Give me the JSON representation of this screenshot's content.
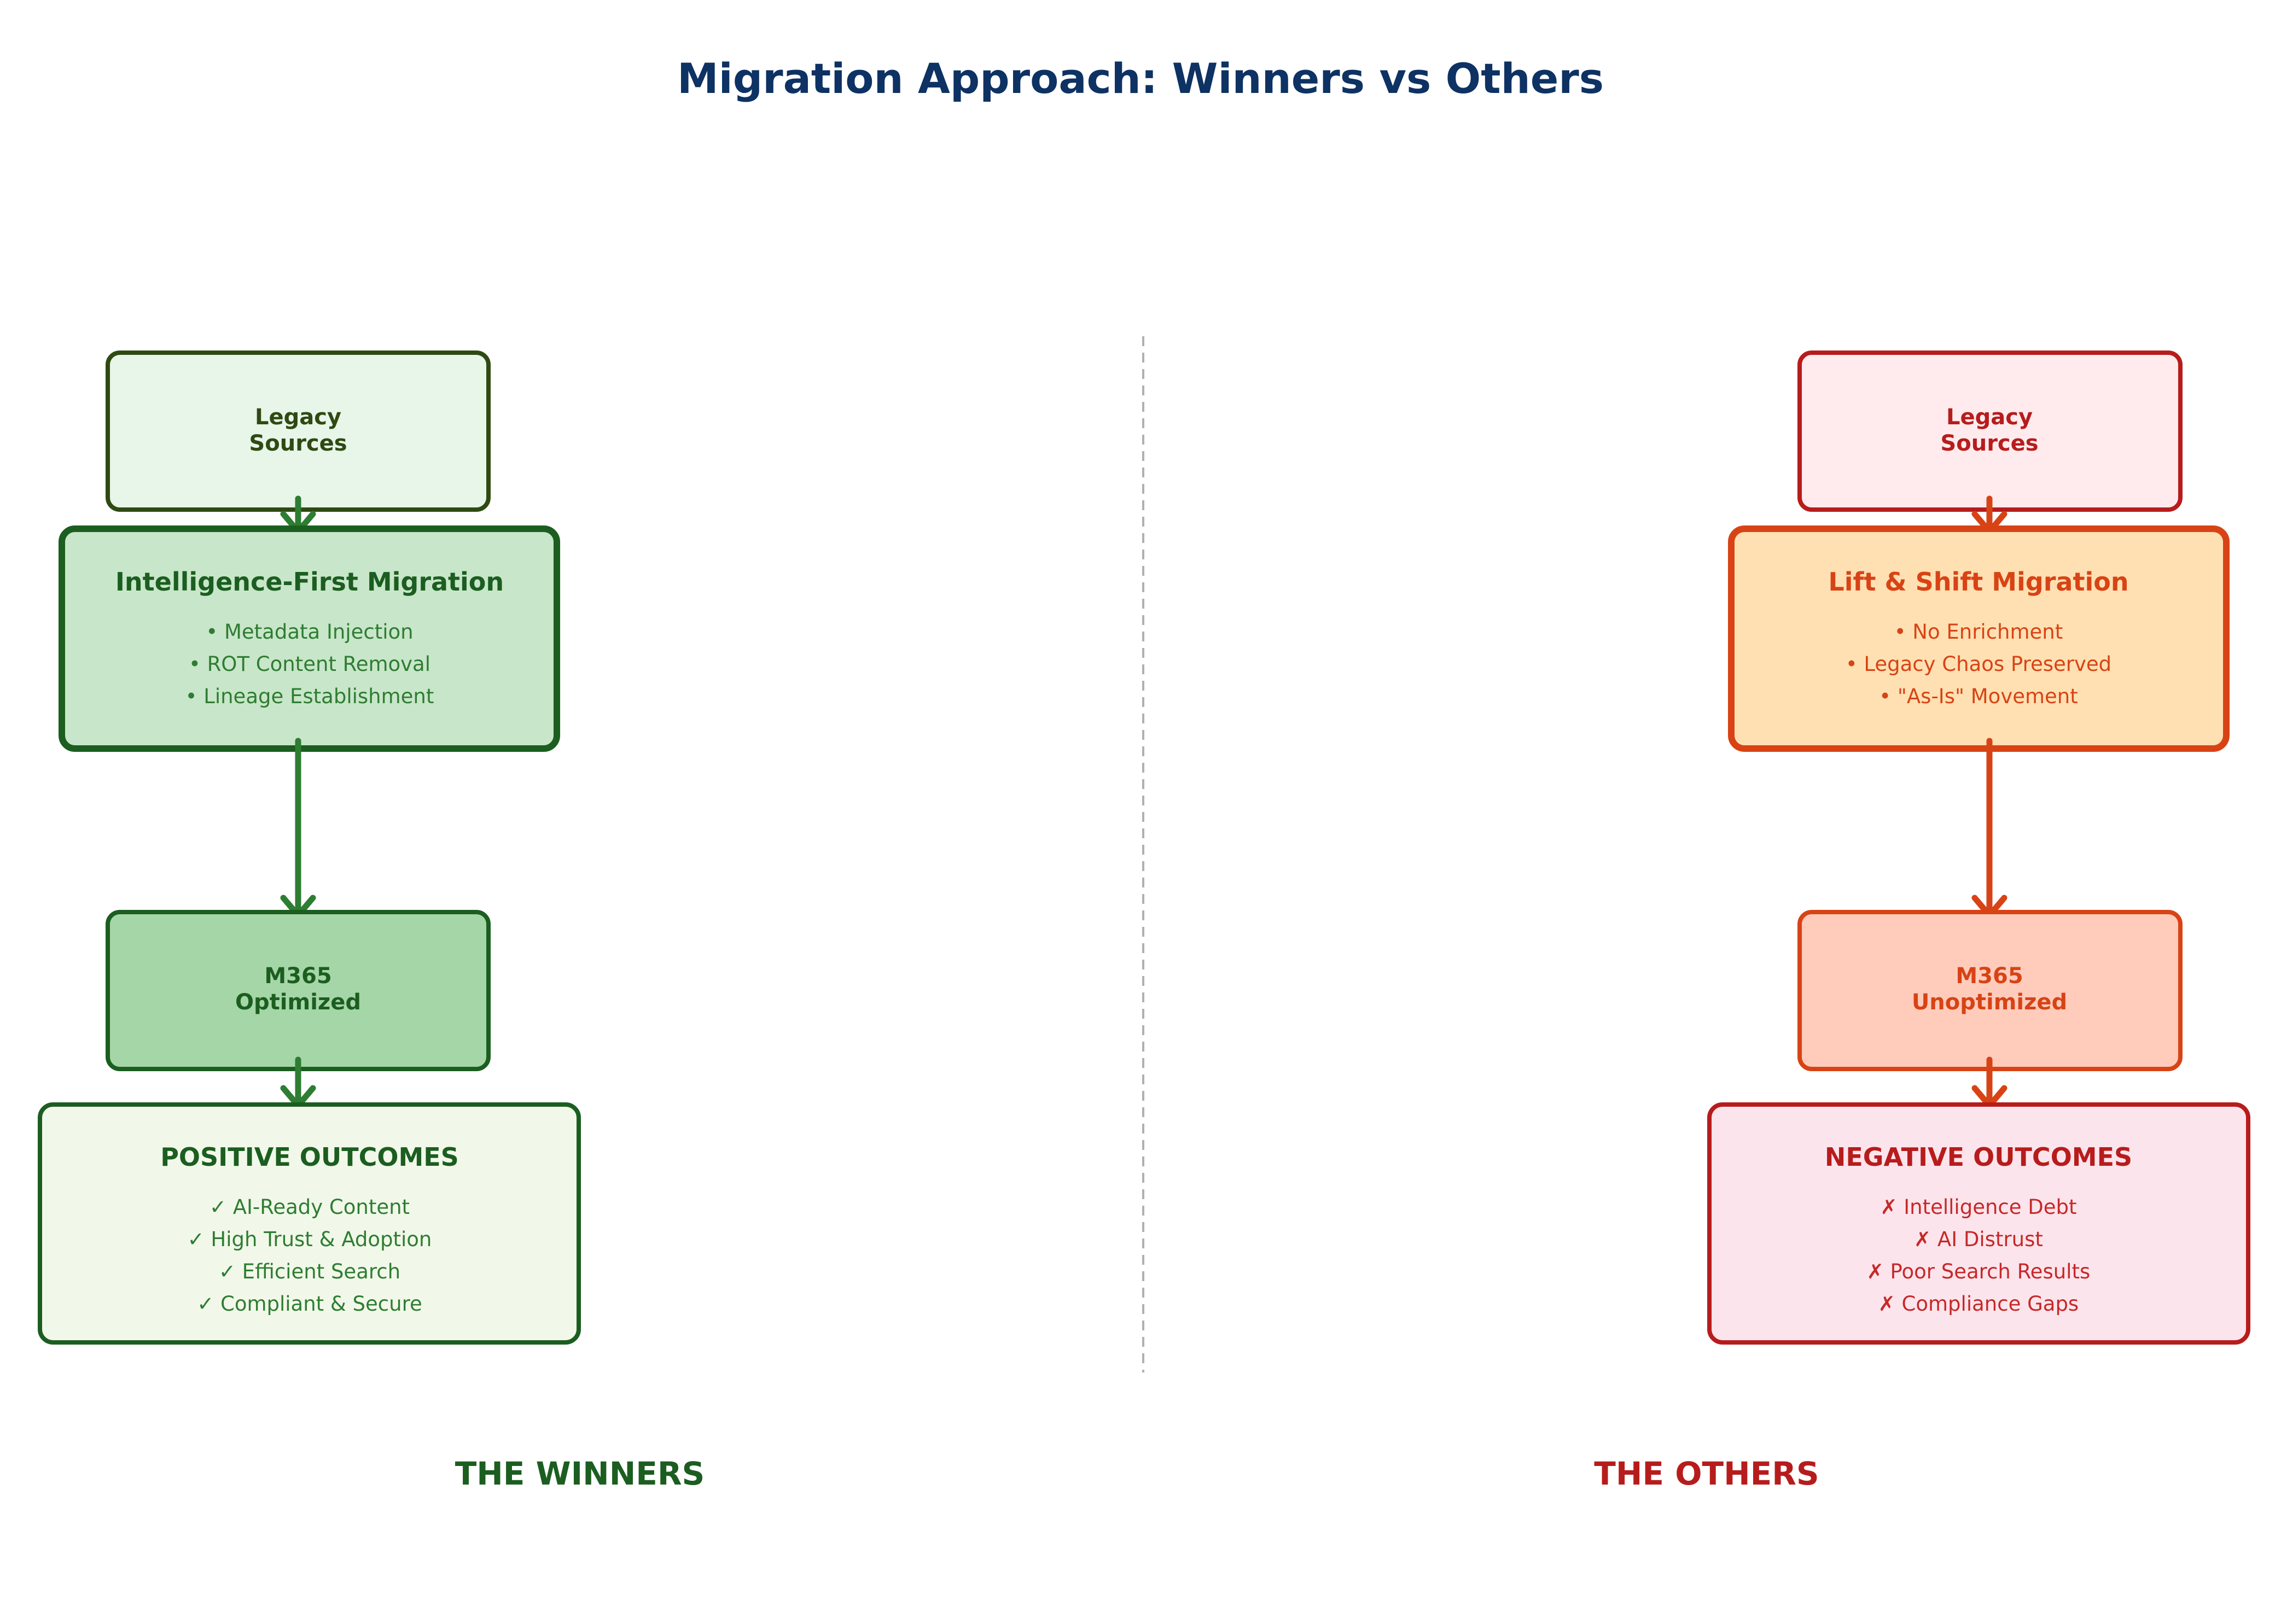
{
  "title": "Migration Approach: Winners vs Others",
  "winners": {
    "section_label": "THE WINNERS",
    "legacy": {
      "line1": "Legacy",
      "line2": "Sources"
    },
    "migration": {
      "title": "Intelligence-First Migration",
      "items": [
        "• Metadata Injection",
        "• ROT Content Removal",
        "• Lineage Establishment"
      ]
    },
    "m365": {
      "line1": "M365",
      "line2": "Optimized"
    },
    "outcomes": {
      "title": "POSITIVE OUTCOMES",
      "items": [
        "✓ AI-Ready Content",
        "✓ High Trust & Adoption",
        "✓ Efficient Search",
        "✓ Compliant & Secure"
      ]
    }
  },
  "others": {
    "section_label": "THE OTHERS",
    "legacy": {
      "line1": "Legacy",
      "line2": "Sources"
    },
    "migration": {
      "title": "Lift & Shift Migration",
      "items": [
        "• No Enrichment",
        "• Legacy Chaos Preserved",
        "• \"As-Is\" Movement"
      ]
    },
    "m365": {
      "line1": "M365",
      "line2": "Unoptimized"
    },
    "outcomes": {
      "title": "NEGATIVE OUTCOMES",
      "items": [
        "✗ Intelligence Debt",
        "✗ AI Distrust",
        "✗ Poor Search Results",
        "✗ Compliance Gaps"
      ]
    }
  },
  "colors": {
    "title": "#0d3263",
    "winner_dark": "#1b5e20",
    "winner_text": "#2e7d32",
    "winner_legacy_fill": "#e8f5e9",
    "winner_legacy_stroke": "#2e4a12",
    "winner_migration_fill": "#c8e6c9",
    "winner_m365_fill": "#a5d6a7",
    "winner_outcome_fill": "#f1f8e9",
    "winner_arrow": "#2e7d32",
    "other_dark": "#b71c1c",
    "other_orange": "#d84315",
    "other_legacy_fill": "#ffebee",
    "other_migration_fill": "#ffe0b2",
    "other_m365_fill": "#ffccbc",
    "other_outcome_fill": "#fce4ec",
    "other_text": "#c62828",
    "divider": "#b0b0b0"
  }
}
